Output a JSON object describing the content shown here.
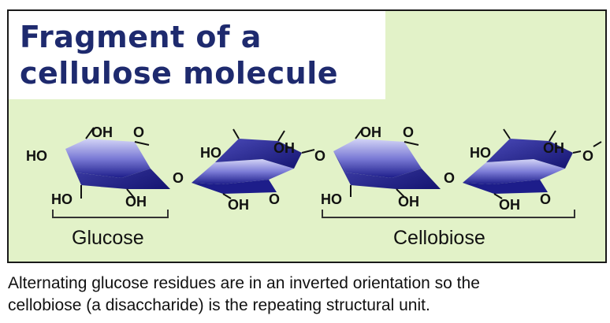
{
  "title": {
    "line1": "Fragment of a",
    "line2": "cellulose molecule"
  },
  "rings": [
    {
      "top_left": "HO",
      "top_right": "OH",
      "ring_o": "O",
      "bottom_left": "HO",
      "bottom_right": "OH"
    },
    {
      "top_left": "HO",
      "top_right": "OH",
      "bottom_left": "OH",
      "ring_o": "O"
    },
    {
      "top_left": "OH",
      "ring_o": "O",
      "bottom_left": "HO",
      "bottom_right": "OH"
    },
    {
      "top_left": "HO",
      "top_right": "OH",
      "bottom_left": "OH",
      "ring_o": "O"
    }
  ],
  "links": [
    "O",
    "O",
    "O",
    "O"
  ],
  "labels": {
    "glucose": "Glucose",
    "cellobiose": "Cellobiose"
  },
  "caption": {
    "line1": "Alternating glucose residues are in an inverted orientation so the",
    "line2": "cellobiose (a disaccharide) is the repeating structural unit."
  },
  "colors": {
    "background": "#e2f2c8",
    "title": "#1e2a6e",
    "ring_light": "#c7c9f2",
    "ring_mid": "#6f6fd0",
    "ring_dark": "#1d1d8a"
  }
}
